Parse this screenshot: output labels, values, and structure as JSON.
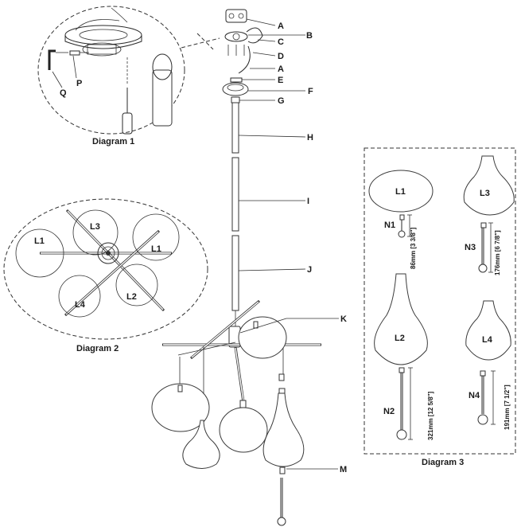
{
  "labels": {
    "A": "A",
    "A2": "A",
    "B": "B",
    "C": "C",
    "D": "D",
    "E": "E",
    "F": "F",
    "G": "G",
    "H": "H",
    "I": "I",
    "J": "J",
    "K": "K",
    "M": "M",
    "P": "P",
    "Q": "Q"
  },
  "diagram1": {
    "caption": "Diagram 1"
  },
  "diagram2": {
    "caption": "Diagram 2",
    "globes": [
      "L3",
      "L1",
      "L1",
      "L4",
      "L2"
    ]
  },
  "diagram3": {
    "caption": "Diagram 3",
    "globes": [
      "L1",
      "L3",
      "L2",
      "L4"
    ],
    "bulbs": [
      "N1",
      "N3",
      "N2",
      "N4"
    ],
    "dims": [
      "86mm [3 3/8\"]",
      "176mm [6 7/8\"]",
      "321mm [12 5/8\"]",
      "191mm [7 1/2\"]"
    ]
  }
}
